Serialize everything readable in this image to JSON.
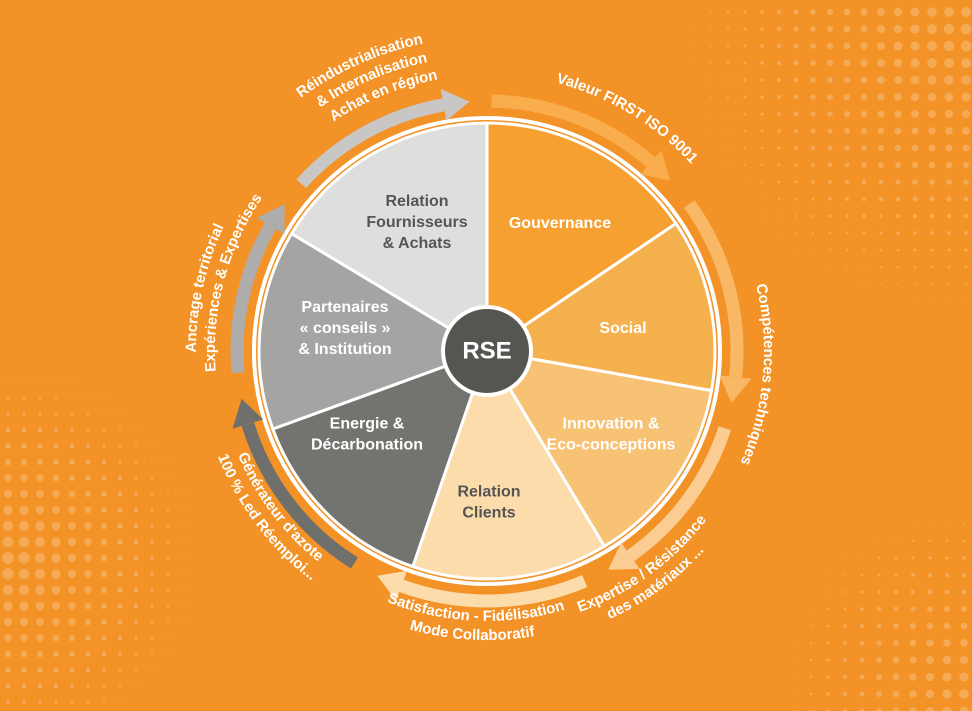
{
  "diagram": {
    "center": "RSE",
    "colors": {
      "background": "#f39226"
    },
    "segments": [
      {
        "id": "gouvernance",
        "lines": [
          "Gouvernance"
        ],
        "color": "#f5a031",
        "text": "#ffffff"
      },
      {
        "id": "social",
        "lines": [
          "Social"
        ],
        "color": "#f6b14f",
        "text": "#ffffff"
      },
      {
        "id": "innovation",
        "lines": [
          "Innovation &",
          "Eco-conceptions"
        ],
        "color": "#f8c274",
        "text": "#ffffff"
      },
      {
        "id": "relation-clients",
        "lines": [
          "Relation",
          "Clients"
        ],
        "color": "#fbdcaa",
        "text": "#555555"
      },
      {
        "id": "energie",
        "lines": [
          "Energie &",
          "Décarbonation"
        ],
        "color": "#73736f",
        "text": "#ffffff"
      },
      {
        "id": "partenaires",
        "lines": [
          "Partenaires",
          "« conseils »",
          "& Institution"
        ],
        "color": "#a5a4a2",
        "text": "#ffffff"
      },
      {
        "id": "fournisseurs",
        "lines": [
          "Relation",
          "Fournisseurs",
          "& Achats"
        ],
        "color": "#dededd",
        "text": "#555555"
      }
    ],
    "outer_labels": [
      {
        "id": "valeur",
        "lines": [
          "Valeur FIRST ISO 9001"
        ]
      },
      {
        "id": "competences",
        "lines": [
          "Compétences techniques"
        ]
      },
      {
        "id": "expertise",
        "lines": [
          "Expertise / Résistance",
          "des matériaux ..."
        ]
      },
      {
        "id": "satisfaction",
        "lines": [
          "Satisfaction - Fidélisation",
          "Mode Collaboratif"
        ]
      },
      {
        "id": "generateur",
        "lines": [
          "Générateur d'azote",
          "100 % Led Réemploi..."
        ]
      },
      {
        "id": "ancrage",
        "lines": [
          "Ancrage territorial",
          "Expériences & Expertises"
        ]
      },
      {
        "id": "reindus",
        "lines": [
          "Réindustrialisation",
          "& Internalisation",
          "Achat en région"
        ]
      }
    ],
    "arrow_colors": [
      "#f9ad4c",
      "#f9b866",
      "#fbcd92",
      "#fbdcaa",
      "#6f6f6b",
      "#aeadab",
      "#c8c7c5"
    ]
  }
}
